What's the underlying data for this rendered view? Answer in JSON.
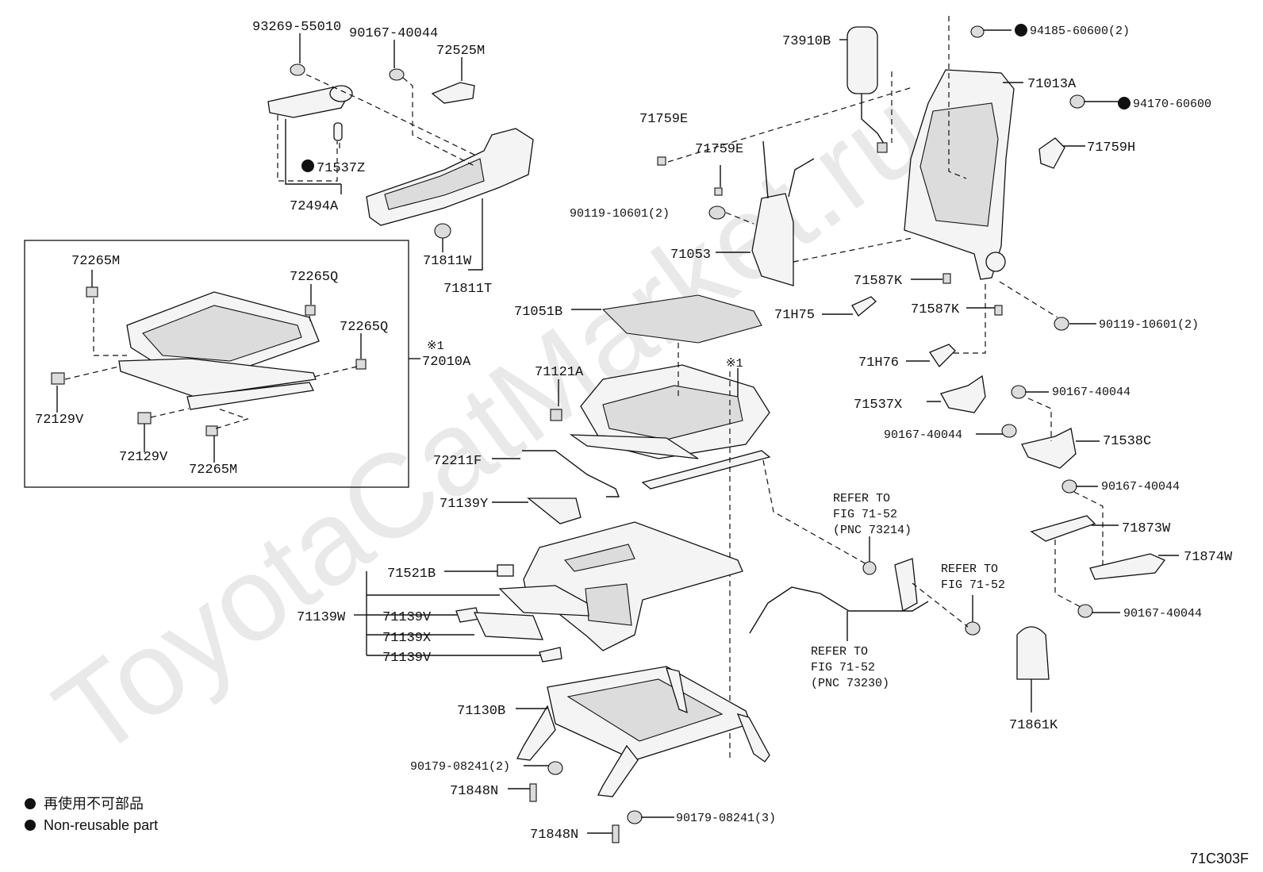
{
  "watermark": "ToyotaCatMarket.ru",
  "parts": {
    "p93269": "93269-55010",
    "p90167a": "90167-40044",
    "p72525m": "72525M",
    "p71537z": "71537Z",
    "p72494a": "72494A",
    "p71811w": "71811W",
    "p71811t": "71811T",
    "p73910b": "73910B",
    "p94185": "94185-60600(2)",
    "p71013a": "71013A",
    "p94170": "94170-60600",
    "p71759e1": "71759E",
    "p71759e2": "71759E",
    "p71759h": "71759H",
    "p90119a": "90119-10601(2)",
    "p71053": "71053",
    "p71587k1": "71587K",
    "p71587k2": "71587K",
    "p71h75": "71H75",
    "p90119b": "90119-10601(2)",
    "p71h76": "71H76",
    "p71051b": "71051B",
    "p71121a": "71121A",
    "p71537x": "71537X",
    "p90167b": "90167-40044",
    "p90167c": "90167-40044",
    "p71538c": "71538C",
    "p90167d": "90167-40044",
    "p72211f": "72211F",
    "p71873w": "71873W",
    "p71874w": "71874W",
    "p71139y": "71139Y",
    "p90167e": "90167-40044",
    "p71521b": "71521B",
    "p71139w": "71139W",
    "p71139v1": "71139V",
    "p71139x": "71139X",
    "p71139v2": "71139V",
    "p71130b": "71130B",
    "p71861k": "71861K",
    "p90179a": "90179-08241(2)",
    "p71848n1": "71848N",
    "p90179b": "90179-08241(3)",
    "p71848n2": "71848N",
    "p72265m1": "72265M",
    "p72265q1": "72265Q",
    "p72265q2": "72265Q",
    "p72010a": "72010A",
    "p72129v1": "72129V",
    "p72129v2": "72129V",
    "p72265m2": "72265M"
  },
  "notes": {
    "mark1_inset": "※1",
    "mark1_main": "※1",
    "refer1": [
      "REFER TO",
      "FIG 71-52",
      "(PNC 73214)"
    ],
    "refer2": [
      "REFER TO",
      "FIG 71-52"
    ],
    "refer3": [
      "REFER TO",
      "FIG 71-52",
      "(PNC 73230)"
    ]
  },
  "legend": {
    "line1": "再使用不可部品",
    "line2": "Non-reusable part"
  },
  "figure_code": "71C303F"
}
